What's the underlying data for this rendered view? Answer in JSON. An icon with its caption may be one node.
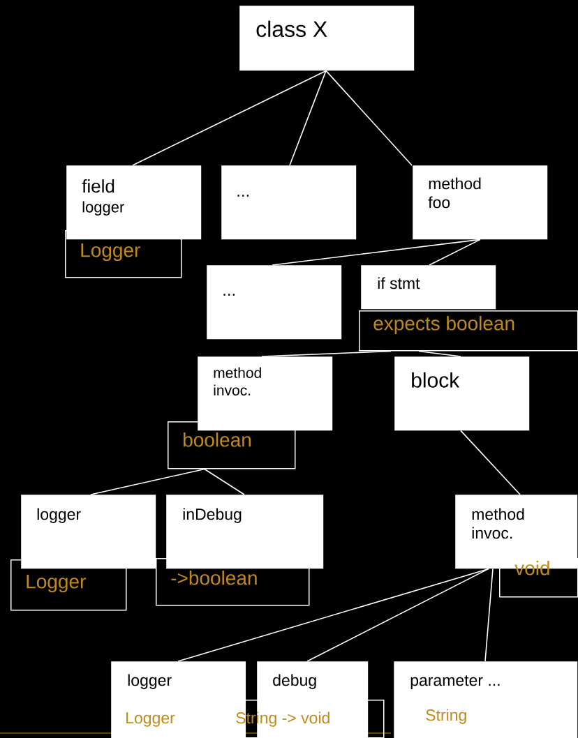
{
  "diagram": {
    "nodes": [
      {
        "text": [
          "class X"
        ]
      },
      {
        "text": [
          "field",
          "logger"
        ]
      },
      {
        "text": [
          "Logger"
        ]
      },
      {
        "text": [
          "..."
        ]
      },
      {
        "text": [
          "method foo"
        ]
      },
      {
        "text": [
          "..."
        ]
      },
      {
        "text": [
          "if stmt"
        ]
      },
      {
        "text": [
          "expects boolean"
        ]
      },
      {
        "text": [
          "method invoc."
        ]
      },
      {
        "text": [
          "boolean"
        ]
      },
      {
        "text": [
          "block"
        ]
      },
      {
        "text": [
          "logger"
        ]
      },
      {
        "text": [
          "Logger"
        ]
      },
      {
        "text": [
          "inDebug"
        ]
      },
      {
        "text": [
          "->boolean"
        ]
      },
      {
        "text": [
          "method invoc."
        ]
      },
      {
        "text": [
          "void"
        ]
      },
      {
        "text": [
          "logger"
        ]
      },
      {
        "text": [
          "Logger"
        ],
        "in": 17
      },
      {
        "text": [
          "debug"
        ]
      },
      {
        "text": [
          "String -> void"
        ]
      },
      {
        "text": [
          "parameter ..."
        ]
      },
      {
        "text": [
          "String"
        ],
        "in": 21
      }
    ],
    "edges": [
      {
        "from": 0,
        "to": 1,
        "arrow": "none"
      },
      {
        "from": 0,
        "to": 3,
        "arrow": "none"
      },
      {
        "from": 0,
        "to": 4,
        "arrow": "none"
      },
      {
        "from": 4,
        "to": 5,
        "arrow": "none"
      },
      {
        "from": 4,
        "to": 6,
        "arrow": "none"
      },
      {
        "from": 7,
        "to": 8,
        "arrow": "none"
      },
      {
        "from": 7,
        "to": 10,
        "arrow": "none"
      },
      {
        "from": 9,
        "to": 11,
        "arrow": "none"
      },
      {
        "from": 9,
        "to": 13,
        "arrow": "none"
      },
      {
        "from": 10,
        "to": 15,
        "arrow": "none"
      },
      {
        "from": 15,
        "to": 17,
        "arrow": "none"
      },
      {
        "from": 15,
        "to": 19,
        "arrow": "none"
      },
      {
        "from": 15,
        "to": 21,
        "arrow": "none"
      }
    ]
  }
}
